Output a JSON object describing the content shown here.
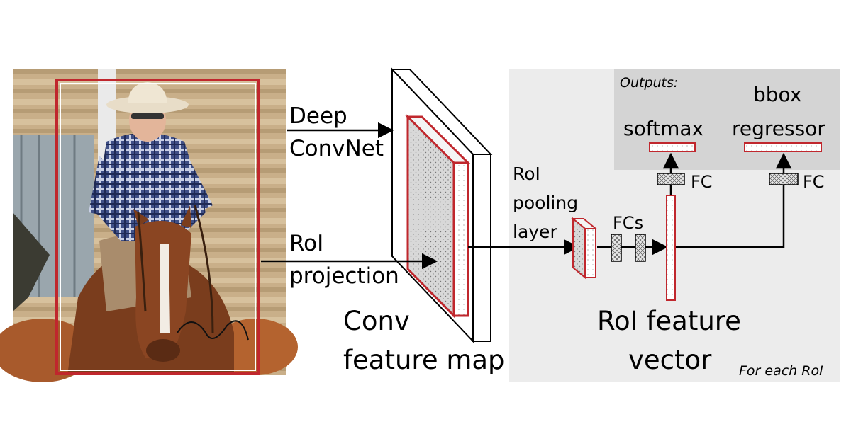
{
  "photo": {
    "subject": "cowgirl-on-horse-photo"
  },
  "labels": {
    "deep_convnet_line1": "Deep",
    "deep_convnet_line2": "ConvNet",
    "roi_projection_line1": "RoI",
    "roi_projection_line2": "projection",
    "conv_feature_map_line1": "Conv",
    "conv_feature_map_line2": "feature map",
    "roi_pooling_line1": "RoI",
    "roi_pooling_line2": "pooling",
    "roi_pooling_line3": "layer",
    "fcs": "FCs",
    "roi_feature_vector_line1": "RoI feature",
    "roi_feature_vector_line2": "vector",
    "outputs": "Outputs:",
    "softmax": "softmax",
    "bbox_line1": "bbox",
    "bbox_line2": "regressor",
    "fc_left": "FC",
    "fc_right": "FC",
    "for_each_roi": "For each RoI"
  },
  "colors": {
    "roi_red": "#c0272d",
    "panel_gray": "#ececec",
    "outputs_gray": "#d4d4d4",
    "feature_fill": "#d6d6d6"
  }
}
